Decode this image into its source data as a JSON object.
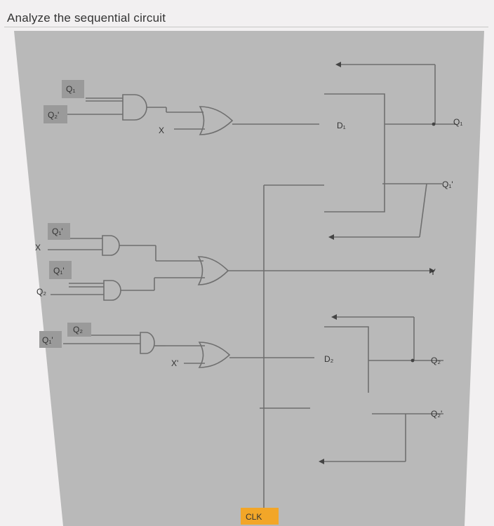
{
  "page": {
    "title": "Analyze the sequential circuit"
  },
  "colors": {
    "background": "#f2f0f1",
    "panel": "#b9b9b9",
    "wire": "#6f6f6f",
    "label_box": "#9a9a9a",
    "clk_box": "#f2a628"
  },
  "diagram": {
    "labels": {
      "and1_in_top": "Q₁",
      "and1_in_bot": "Q₂'",
      "or1_in": "X",
      "ff1_d": "D₁",
      "ff1_q": "Q₁",
      "ff1_qbar": "Q₁'",
      "and2_in_top": "Q₁'",
      "x_mid": "X",
      "and3_in_top": "Q₁'",
      "and3_in_bot": "Q₂",
      "output_y": "Y",
      "and4_in_top": "Q₂",
      "and4_in_bot": "Q₁'",
      "or3_in": "X'",
      "ff2_d": "D₂",
      "ff2_q": "Q₂",
      "ff2_qbar": "Q₂'",
      "clk": "CLK"
    }
  }
}
